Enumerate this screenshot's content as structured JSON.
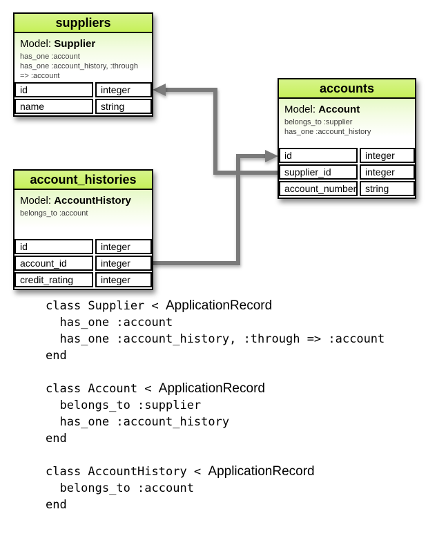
{
  "diagram": {
    "colors": {
      "header_green": "#c9f166",
      "model_gradient_top": "#e6f9c6",
      "connector_gray": "#7a7a7a",
      "border_black": "#000000"
    },
    "tables": [
      {
        "title": "suppliers",
        "model_label": "Model:",
        "model_name": "Supplier",
        "associations": [
          "has_one :account",
          "has_one :account_history, :through",
          "=> :account"
        ],
        "rows": [
          {
            "name": "id",
            "type": "integer"
          },
          {
            "name": "name",
            "type": "string"
          }
        ]
      },
      {
        "title": "accounts",
        "model_label": "Model:",
        "model_name": "Account",
        "associations": [
          "belongs_to :supplier",
          "has_one :account_history"
        ],
        "rows": [
          {
            "name": "id",
            "type": "integer"
          },
          {
            "name": "supplier_id",
            "type": "integer"
          },
          {
            "name": "account_number",
            "type": "string"
          }
        ]
      },
      {
        "title": "account_histories",
        "model_label": "Model:",
        "model_name": "AccountHistory",
        "associations": [
          "belongs_to :account"
        ],
        "rows": [
          {
            "name": "id",
            "type": "integer"
          },
          {
            "name": "account_id",
            "type": "integer"
          },
          {
            "name": "credit_rating",
            "type": "integer"
          }
        ]
      }
    ]
  },
  "code_blocks": [
    {
      "lines": [
        {
          "mono": "class Supplier < ",
          "sans": "ApplicationRecord"
        },
        {
          "mono": "  has_one :account"
        },
        {
          "mono": "  has_one :account_history, :through => :account"
        },
        {
          "mono": "end"
        }
      ]
    },
    {
      "lines": [
        {
          "mono": "class Account < ",
          "sans": "ApplicationRecord"
        },
        {
          "mono": "  belongs_to :supplier"
        },
        {
          "mono": "  has_one :account_history"
        },
        {
          "mono": "end"
        }
      ]
    },
    {
      "lines": [
        {
          "mono": "class AccountHistory < ",
          "sans": "ApplicationRecord"
        },
        {
          "mono": "  belongs_to :account"
        },
        {
          "mono": "end"
        }
      ]
    }
  ]
}
